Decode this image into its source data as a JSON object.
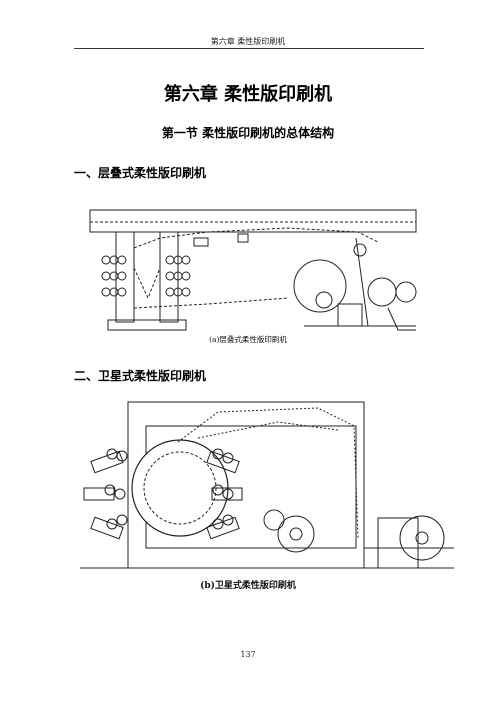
{
  "header": {
    "running_title": "第六章  柔性版印刷机"
  },
  "chapter": {
    "title": "第六章  柔性版印刷机"
  },
  "section": {
    "title": "第一节  柔性版印刷机的总体结构"
  },
  "subsections": [
    {
      "heading": "一、层叠式柔性版印刷机",
      "figure_caption": "(a)层叠式柔性版印刷机"
    },
    {
      "heading": "二、卫星式柔性版印刷机",
      "figure_caption": "(b)卫星式柔性版印刷机"
    }
  ],
  "footer": {
    "page_number": "137"
  }
}
